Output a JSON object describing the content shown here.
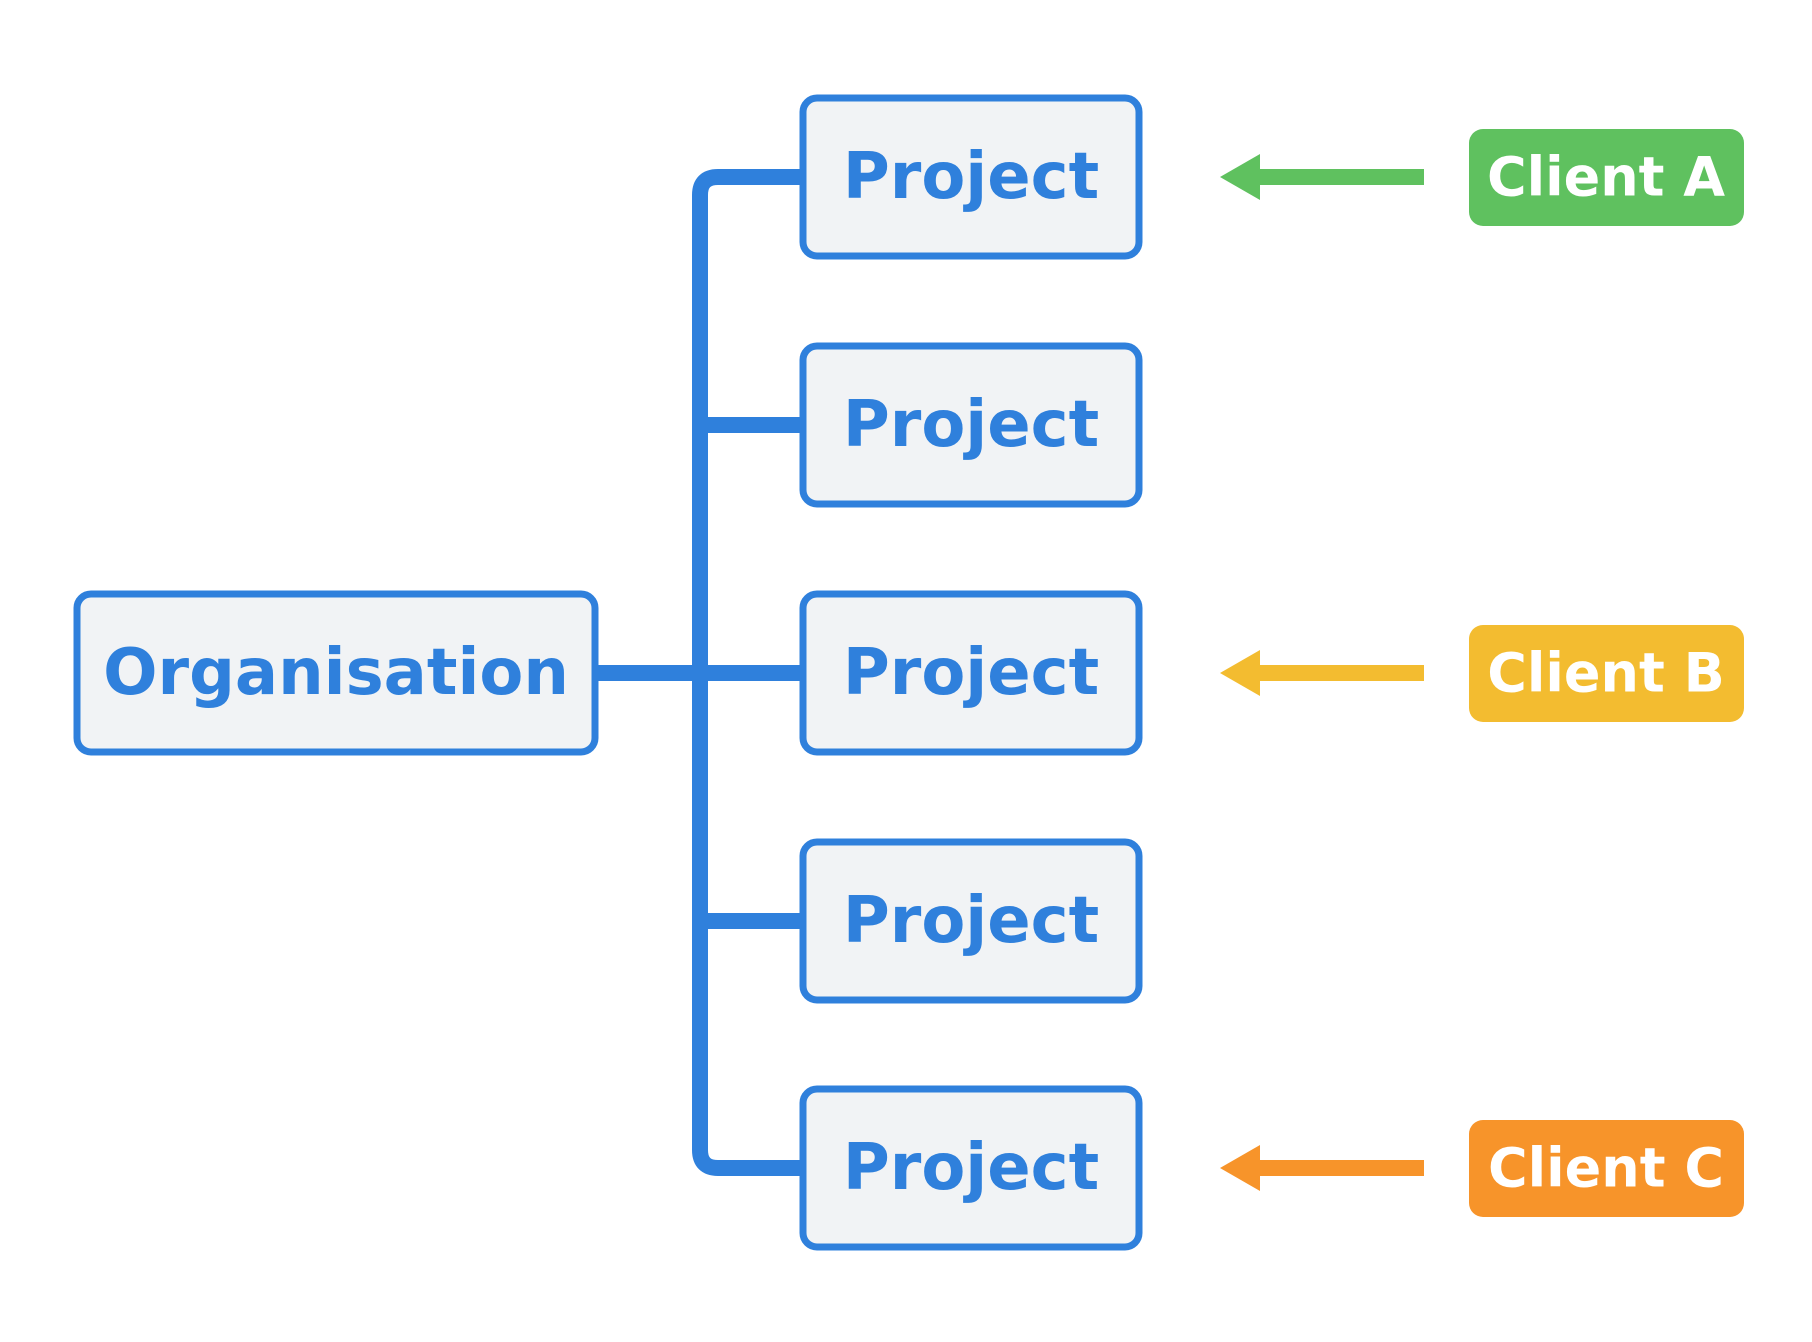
{
  "colors": {
    "structure": "#2f80dc",
    "box_fill": "#f1f3f5",
    "client_text": "#ffffff"
  },
  "organisation": {
    "label": "Organisation"
  },
  "projects": [
    {
      "label": "Project"
    },
    {
      "label": "Project"
    },
    {
      "label": "Project"
    },
    {
      "label": "Project"
    },
    {
      "label": "Project"
    }
  ],
  "clients": [
    {
      "label": "Client A",
      "color": "#5fc15f",
      "project_index": 0
    },
    {
      "label": "Client B",
      "color": "#f3bc30",
      "project_index": 2
    },
    {
      "label": "Client C",
      "color": "#f7942a",
      "project_index": 4
    }
  ]
}
